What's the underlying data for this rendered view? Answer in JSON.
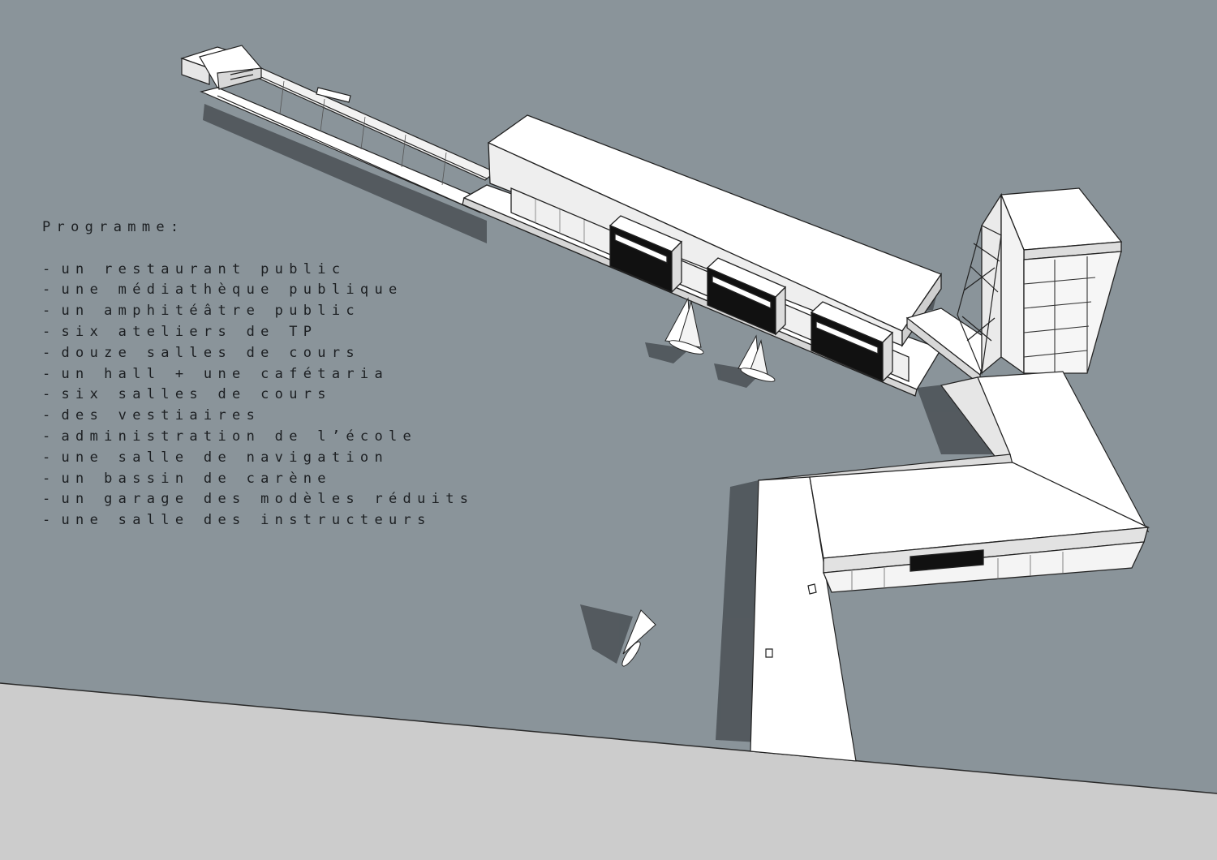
{
  "colors": {
    "water": "#8a949a",
    "ground": "#cccccc",
    "building": "#ffffff",
    "shadow": "#3f464b",
    "line": "#222222",
    "text": "#1c1f22"
  },
  "programme": {
    "title": "Programme:",
    "items": [
      "un restaurant public",
      "une médiathèque publique",
      "un amphitéâtre public",
      "six ateliers de TP",
      "douze salles de cours",
      "un hall + une cafétaria",
      "six salles de cours",
      "des vestiaires",
      "administration de l’école",
      "une salle de navigation",
      "un bassin de carène",
      "un garage des modèles réduits",
      "une salle des instructeurs"
    ]
  }
}
